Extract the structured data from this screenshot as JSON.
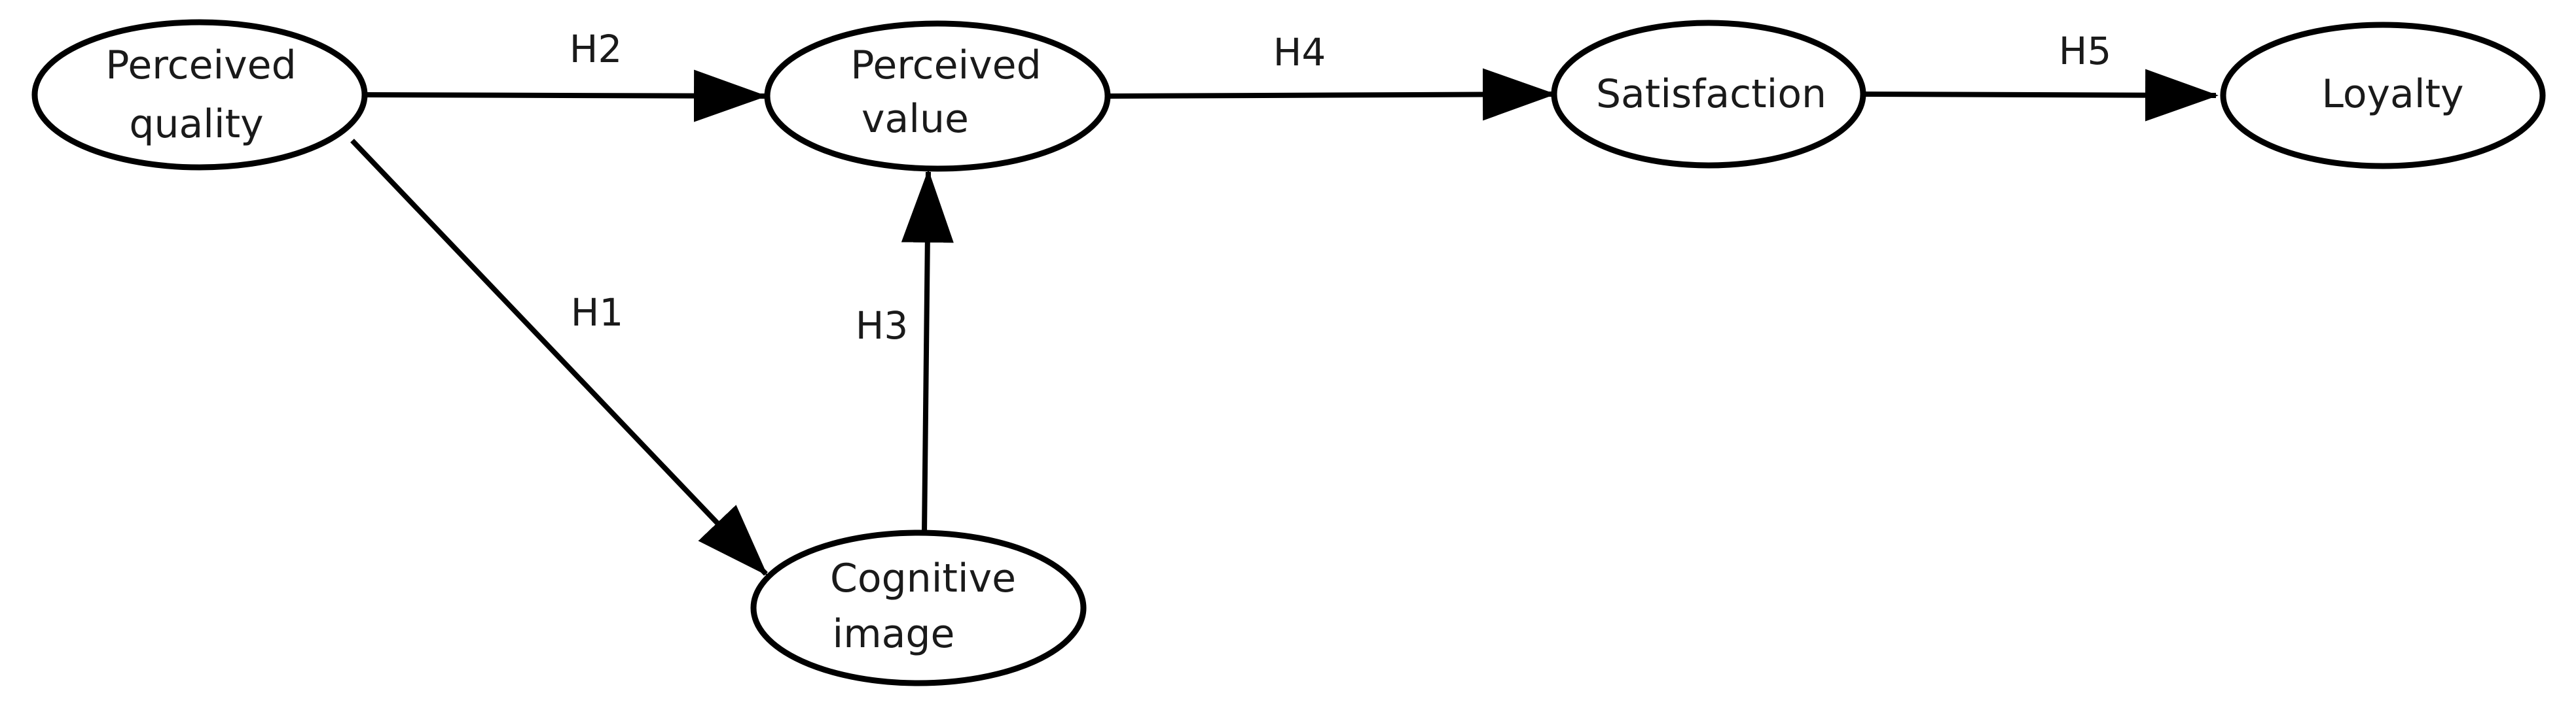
{
  "nodes": {
    "perceived_quality": {
      "line1": "Perceived",
      "line2": "quality"
    },
    "perceived_value": {
      "line1": "Perceived",
      "line2": "value"
    },
    "satisfaction": {
      "label": "Satisfaction"
    },
    "loyalty": {
      "label": "Loyalty"
    },
    "cognitive_image": {
      "line1": "Cognitive",
      "line2": "image"
    }
  },
  "edges": {
    "h1": {
      "label": "H1",
      "from": "Perceived quality",
      "to": "Cognitive image"
    },
    "h2": {
      "label": "H2",
      "from": "Perceived quality",
      "to": "Perceived value"
    },
    "h3": {
      "label": "H3",
      "from": "Cognitive image",
      "to": "Perceived value"
    },
    "h4": {
      "label": "H4",
      "from": "Perceived value",
      "to": "Satisfaction"
    },
    "h5": {
      "label": "H5",
      "from": "Satisfaction",
      "to": "Loyalty"
    }
  },
  "colors": {
    "stroke": "#000000",
    "fill": "#ffffff",
    "text": "#1a1a1a"
  }
}
